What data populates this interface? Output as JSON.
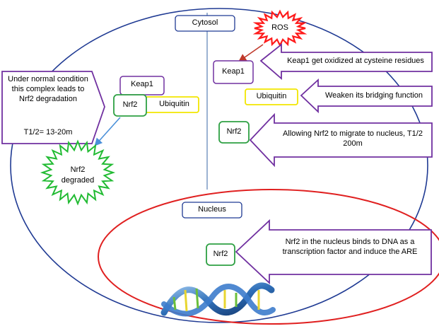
{
  "regions": {
    "cytosol": "Cytosol",
    "nucleus": "Nucleus"
  },
  "left_panel": {
    "callout_text": "Under normal condition this complex leads to Nrf2 degradation",
    "half_life": "T1/2= 13-20m",
    "keap1": "Keap1",
    "nrf2": "Nrf2",
    "ubiquitin": "Ubiquitin",
    "degraded_line1": "Nrf2",
    "degraded_line2": "degraded"
  },
  "right_panel": {
    "ros": "ROS",
    "keap1": "Keap1",
    "keap1_note": "Keap1 get oxidized at cysteine residues",
    "ubiquitin": "Ubiquitin",
    "ubiquitin_note": "Weaken its bridging function",
    "nrf2": "Nrf2",
    "nrf2_note": "Allowing Nrf2 to migrate to nucleus, T1/2 200m"
  },
  "nucleus_panel": {
    "nrf2": "Nrf2",
    "note": "Nrf2 in the nucleus binds to DNA as a transcription factor and induce the ARE"
  },
  "colors": {
    "cell_outline": "#1f3a93",
    "divider": "#5b7fb5",
    "nucleus_outline": "#e02020",
    "purple_box": "#7030a0",
    "green_box": "#2ea043",
    "yellow_box": "#f2e600",
    "ros_star": "#ff1a1a",
    "degraded_star": "#22bb33",
    "arrow_red": "#c0392b",
    "arrow_blue": "#4a90d9"
  }
}
